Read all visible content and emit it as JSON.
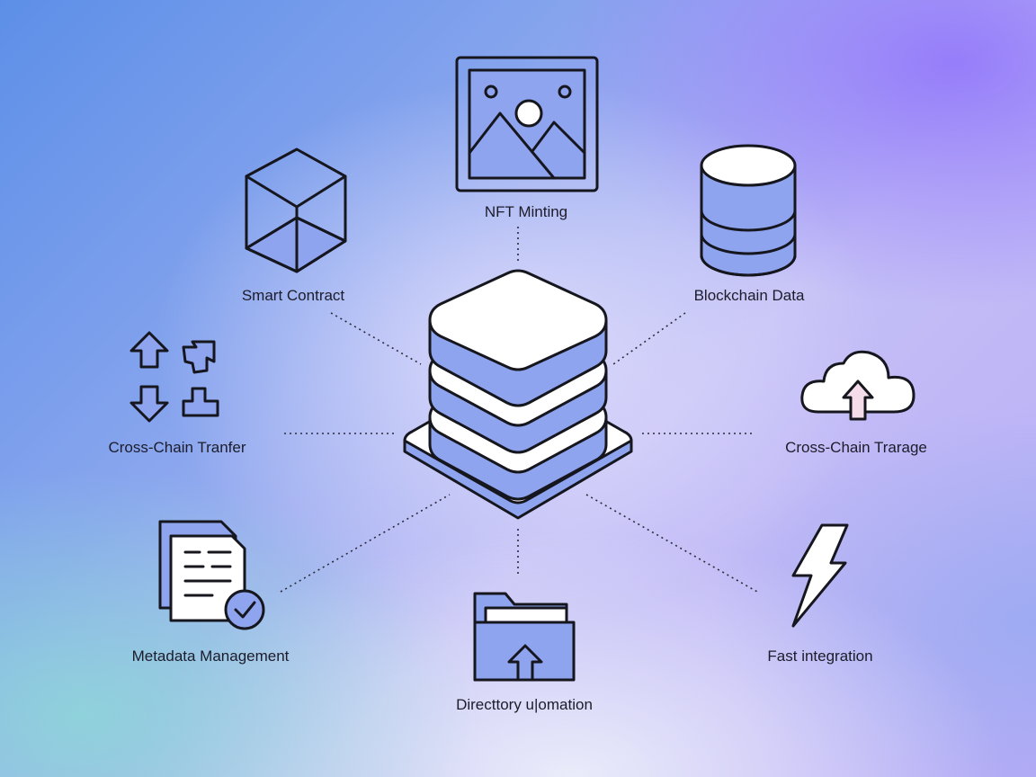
{
  "diagram": {
    "center": {
      "icon": "stacked-layers-icon"
    },
    "nodes": [
      {
        "id": "nft-minting",
        "label": "NFT Minting",
        "icon": "image-frame-icon"
      },
      {
        "id": "smart-contract",
        "label": "Smart Contract",
        "icon": "cube-icon"
      },
      {
        "id": "blockchain-data",
        "label": "Blockchain Data",
        "icon": "database-icon"
      },
      {
        "id": "cross-chain-tranfer",
        "label": "Cross-Chain Tranfer",
        "icon": "arrows-icon"
      },
      {
        "id": "cross-chain-trarage",
        "label": "Cross-Chain Trarage",
        "icon": "cloud-upload-icon"
      },
      {
        "id": "metadata-management",
        "label": "Metadata Management",
        "icon": "document-check-icon"
      },
      {
        "id": "directtory-ulomation",
        "label": "Directtory u|omation",
        "icon": "folder-upload-icon"
      },
      {
        "id": "fast-integration",
        "label": "Fast integration",
        "icon": "lightning-icon"
      }
    ],
    "colors": {
      "icon_fill": "#8fa4ef",
      "outline": "#16161e",
      "cloud_arrow": "#f4dde8"
    }
  }
}
